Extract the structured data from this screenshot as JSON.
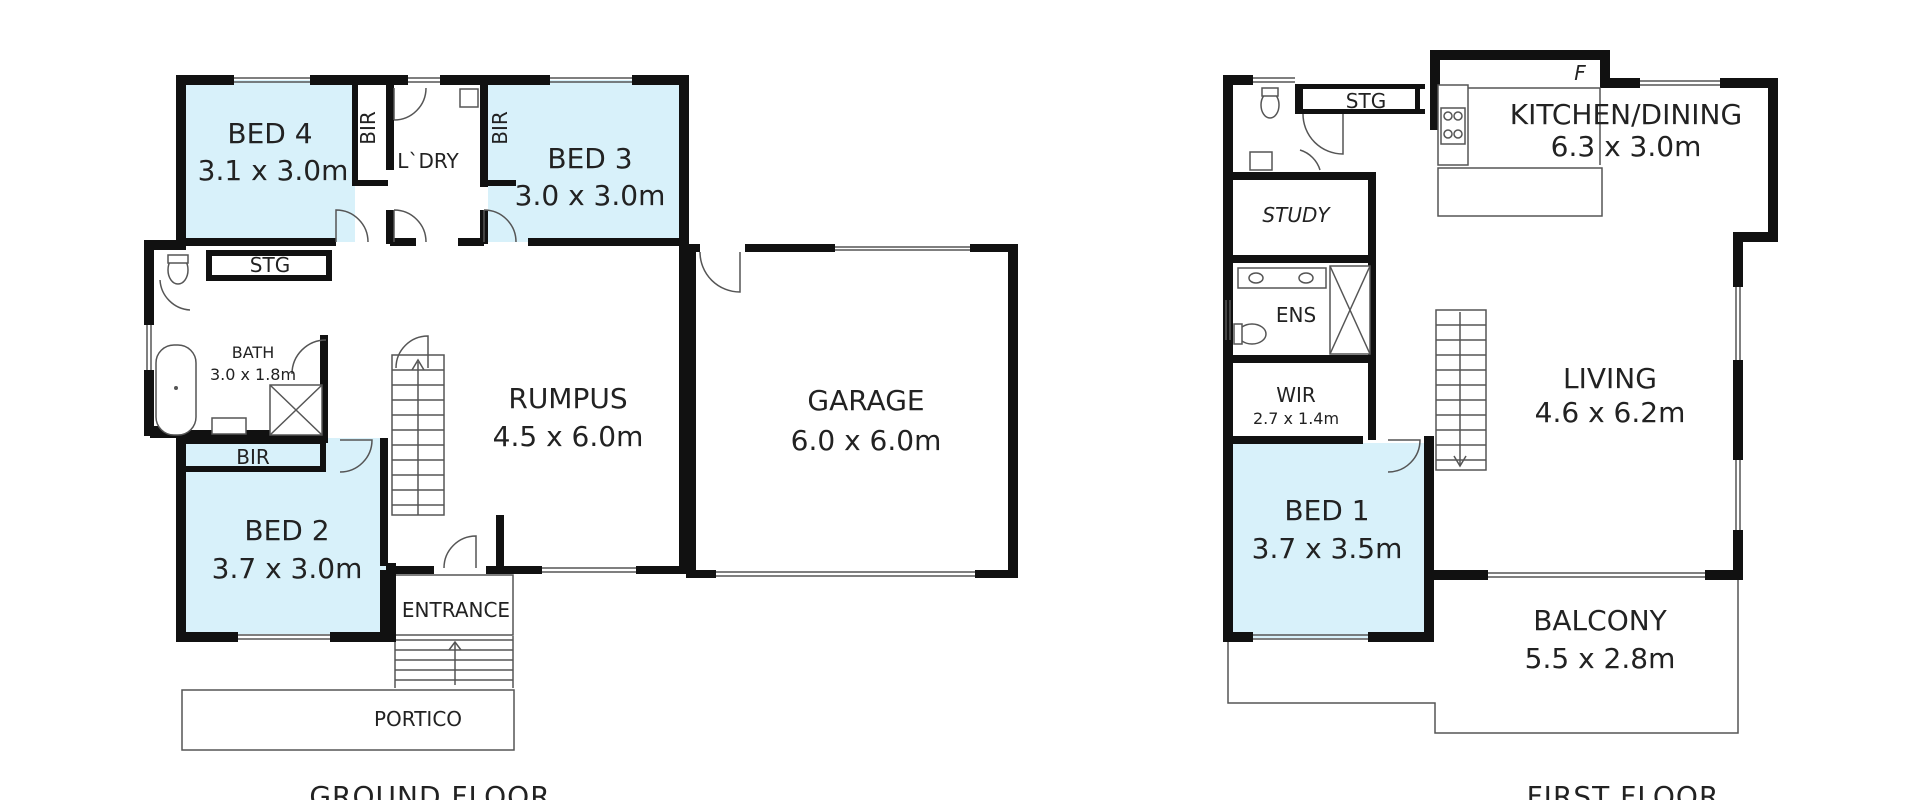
{
  "colors": {
    "bedroom_fill": "#d8f1fa",
    "wall": "#111111",
    "background": "#ffffff",
    "text": "#222222"
  },
  "ground_floor": {
    "title": "GROUND FLOOR",
    "rooms": {
      "bed4": {
        "name": "BED 4",
        "dim": "3.1 x 3.0m"
      },
      "bed3": {
        "name": "BED 3",
        "dim": "3.0 x 3.0m"
      },
      "bed2": {
        "name": "BED 2",
        "dim": "3.7 x 3.0m"
      },
      "rumpus": {
        "name": "RUMPUS",
        "dim": "4.5 x 6.0m"
      },
      "garage": {
        "name": "GARAGE",
        "dim": "6.0 x 6.0m"
      },
      "bath": {
        "name": "BATH",
        "dim": "3.0 x 1.8m"
      },
      "laundry": {
        "name": "L`DRY"
      },
      "stg": {
        "name": "STG"
      },
      "bir_bed4": {
        "name": "BIR"
      },
      "bir_bed3": {
        "name": "BIR"
      },
      "bir_bed2": {
        "name": "BIR"
      },
      "entrance": {
        "name": "ENTRANCE"
      },
      "portico": {
        "name": "PORTICO"
      }
    }
  },
  "first_floor": {
    "title": "FIRST FLOOR",
    "rooms": {
      "kitchen": {
        "name": "KITCHEN/DINING",
        "dim": "6.3 x 3.0m"
      },
      "living": {
        "name": "LIVING",
        "dim": "4.6 x 6.2m"
      },
      "bed1": {
        "name": "BED 1",
        "dim": "3.7 x 3.5m"
      },
      "balcony": {
        "name": "BALCONY",
        "dim": "5.5 x 2.8m"
      },
      "study": {
        "name": "STUDY"
      },
      "ens": {
        "name": "ENS"
      },
      "wir": {
        "name": "WIR",
        "dim": "2.7 x 1.4m"
      },
      "stg": {
        "name": "STG"
      },
      "fridge": {
        "name": "F"
      }
    }
  }
}
